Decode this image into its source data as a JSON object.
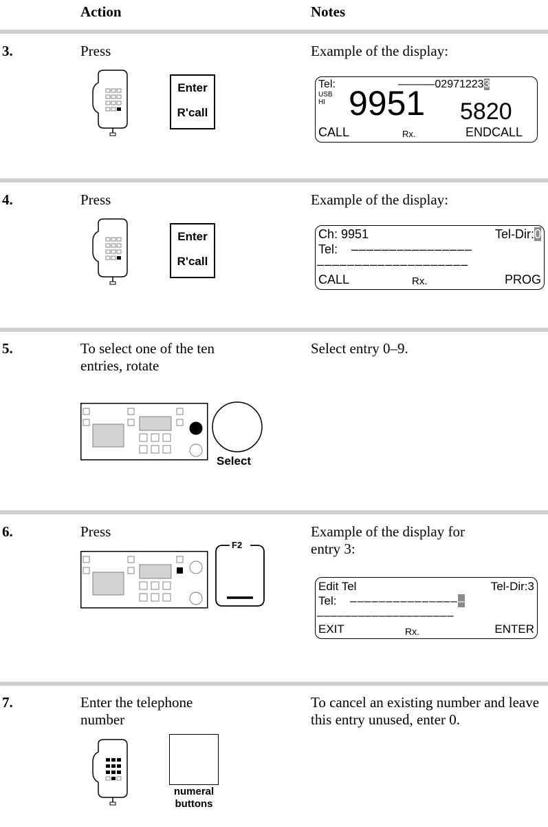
{
  "header": {
    "action": "Action",
    "notes": "Notes"
  },
  "steps": [
    {
      "number": "3.",
      "action": "Press",
      "key": {
        "line1": "Enter",
        "line2": "R'call"
      },
      "note": "Example of the display:",
      "display": {
        "tel_label": "Tel:",
        "tel_value": "––––––02971223",
        "tel_cursor": "3",
        "mode": "USB",
        "power": "HI",
        "channel": "9951",
        "frequency": "5820",
        "soft_left": "CALL",
        "soft_mid": "Rx.",
        "soft_right": "ENDCALL"
      }
    },
    {
      "number": "4.",
      "action": "Press",
      "key": {
        "line1": "Enter",
        "line2": "R'call"
      },
      "note": "Example of the display:",
      "display": {
        "line1_left": "Ch: 9951",
        "line1_right": "Tel-Dir:",
        "line1_cursor": "0",
        "line2_label": "Tel:",
        "line2_value": "––––––––––––––––",
        "line3": "––––––––––––––––––––",
        "soft_left": "CALL",
        "soft_mid": "Rx.",
        "soft_right": "PROG"
      }
    },
    {
      "number": "5.",
      "action": "To select one of the ten entries, rotate",
      "knob_label": "Select",
      "note": "Select entry 0–9."
    },
    {
      "number": "6.",
      "action": "Press",
      "softkey_label": "F2",
      "note": "Example of the display for entry 3:",
      "display": {
        "line1_left": "Edit Tel",
        "line1_right": "Tel-Dir:3",
        "line2_label": "Tel:",
        "line2_value": "–––––––––––––––",
        "line2_cursor": "–",
        "line3": "––––––––––––––––––––",
        "soft_left": "EXIT",
        "soft_mid": "Rx.",
        "soft_right": "ENTER"
      }
    },
    {
      "number": "7.",
      "action": "Enter the telephone number",
      "key_label_line1": "numeral",
      "key_label_line2": "buttons",
      "note": "To cancel an existing number and leave this entry unused, enter 0."
    }
  ]
}
